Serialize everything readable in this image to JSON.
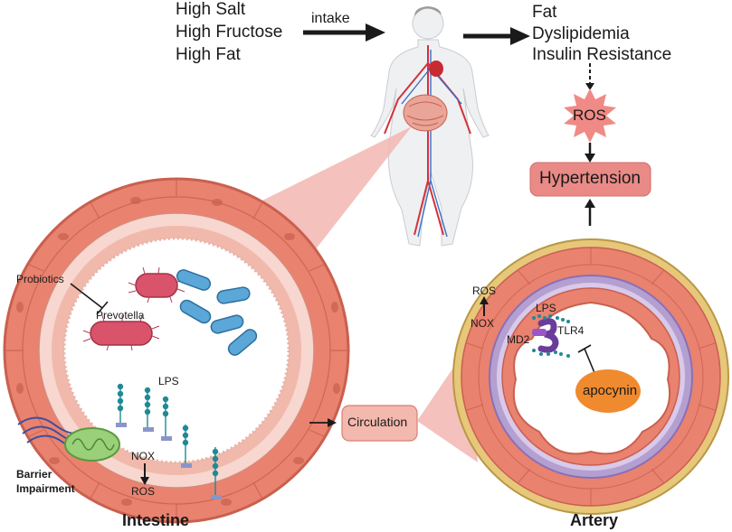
{
  "diet": {
    "items": [
      "High Salt",
      "High Fructose",
      "High Fat"
    ],
    "arrow_label": "intake"
  },
  "effects": {
    "items": [
      "Fat",
      "Dyslipidemia",
      "Insulin Resistance"
    ]
  },
  "ros_top": "ROS",
  "hypertension": "Hypertension",
  "intestine": {
    "title": "Intestine",
    "probiotics": "Probiotics",
    "prevotella": "Prevotella",
    "lps": "LPS",
    "nox": "NOX",
    "ros": "ROS",
    "barrier_line1": "Barrier",
    "barrier_line2": "Impairment"
  },
  "circulation": "Circulation",
  "artery": {
    "title": "Artery",
    "ros": "ROS",
    "nox": "NOX",
    "lps": "LPS",
    "md2": "MD2",
    "tlr4": "TLR4",
    "apocynin": "apocynin"
  },
  "colors": {
    "tissue": "#e9826f",
    "tissue_dark": "#c9604f",
    "lumen_ring": "#f4c6bc",
    "artery_outer": "#e7c77a",
    "artery_inner": "#b4a0d0",
    "hypertension_box": "#e98a86",
    "ros_burst": "#f08a86",
    "apocynin": "#f08a2e",
    "bacteria_pink": "#d9536a",
    "bacteria_blue": "#5aa7d8",
    "lps": "#1f8a94"
  }
}
